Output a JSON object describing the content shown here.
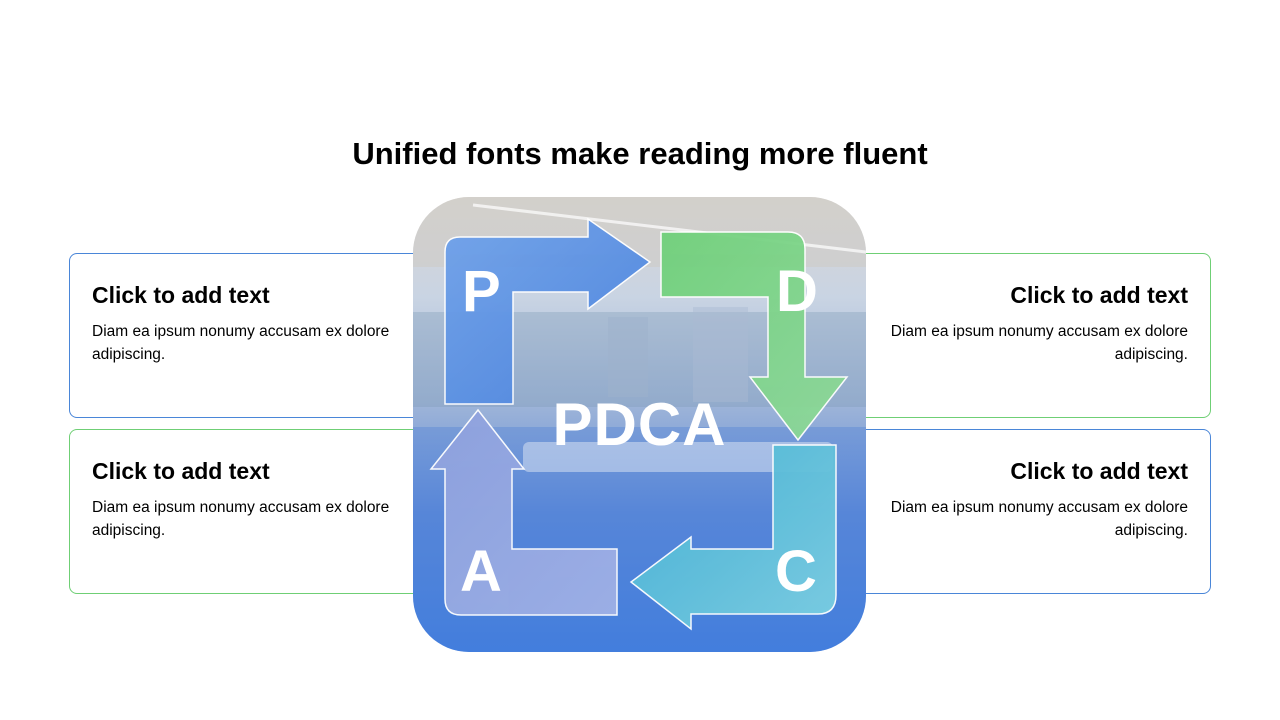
{
  "title": "Unified fonts make reading more fluent",
  "cards": {
    "left_top": {
      "heading": "Click to add text",
      "body": "Diam ea ipsum nonumy accusam ex dolore adipiscing."
    },
    "left_bottom": {
      "heading": "Click to add text",
      "body": "Diam ea ipsum nonumy accusam ex dolore adipiscing."
    },
    "right_top": {
      "heading": "Click to add text",
      "body": "Diam ea ipsum nonumy accusam ex dolore adipiscing."
    },
    "right_bottom": {
      "heading": "Click to add text",
      "body": "Diam ea ipsum nonumy accusam ex dolore adipiscing."
    }
  },
  "cycle": {
    "center_label": "PDCA",
    "steps": [
      "P",
      "D",
      "C",
      "A"
    ]
  },
  "colors": {
    "blue": "#4a86d8",
    "green": "#6fcf75",
    "teal": "#5bbfd6",
    "lavender": "#8fa3e0"
  }
}
